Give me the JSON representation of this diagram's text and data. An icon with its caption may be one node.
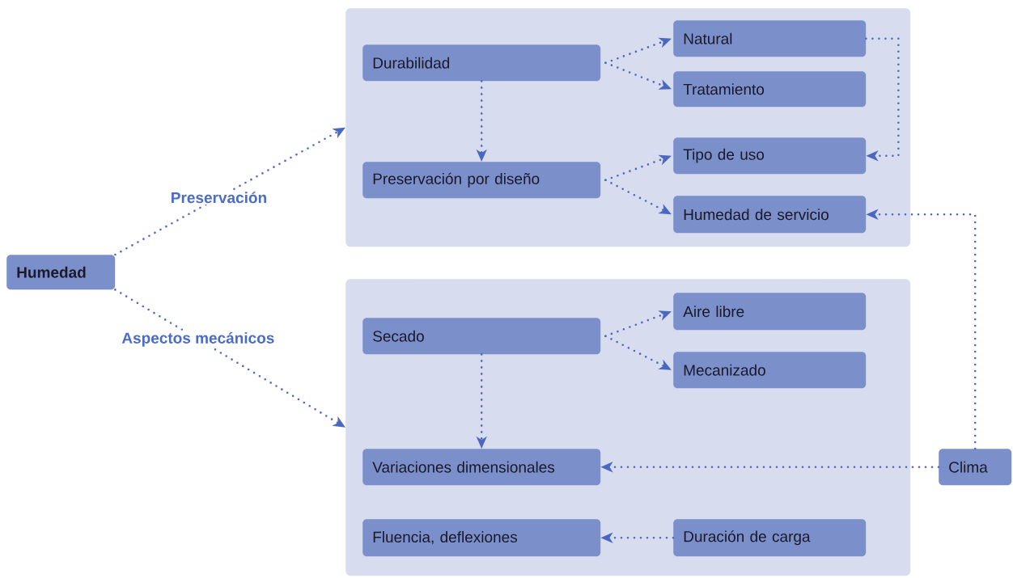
{
  "diagram": {
    "nodes": [
      {
        "text": [
          "Humedad"
        ]
      },
      {
        "text": [],
        "shape": "box"
      },
      {
        "text": [
          "Durabilidad"
        ],
        "in": 1
      },
      {
        "text": [
          "Natural"
        ],
        "in": 1
      },
      {
        "text": [
          "Tratamiento"
        ],
        "in": 1
      },
      {
        "text": [
          "Preservación por diseño"
        ],
        "in": 1
      },
      {
        "text": [
          "Tipo de uso"
        ],
        "in": 1
      },
      {
        "text": [
          "Humedad de servicio"
        ],
        "in": 1
      },
      {
        "text": [],
        "shape": "box"
      },
      {
        "text": [
          "Secado"
        ],
        "in": 8
      },
      {
        "text": [
          "Aire libre"
        ],
        "in": 8
      },
      {
        "text": [
          "Mecanizado"
        ],
        "in": 8
      },
      {
        "text": [
          "Variaciones dimensionales"
        ],
        "in": 8
      },
      {
        "text": [
          "Fluencia, deflexiones"
        ],
        "in": 8
      },
      {
        "text": [
          "Duración de carga"
        ],
        "in": 8
      },
      {
        "text": [
          "Clima"
        ]
      }
    ],
    "edges": [
      {
        "from": 0,
        "to": 1,
        "arrow": "to",
        "label": "Preservación"
      },
      {
        "from": 0,
        "to": 8,
        "arrow": "to",
        "label": "Aspectos mecánicos"
      },
      {
        "from": 2,
        "to": 3,
        "arrow": "to"
      },
      {
        "from": 2,
        "to": 4,
        "arrow": "to"
      },
      {
        "from": 2,
        "to": 5,
        "arrow": "to"
      },
      {
        "from": 3,
        "to": 6,
        "arrow": "to"
      },
      {
        "from": 5,
        "to": 6,
        "arrow": "to"
      },
      {
        "from": 5,
        "to": 7,
        "arrow": "to"
      },
      {
        "from": 15,
        "to": 7,
        "arrow": "to"
      },
      {
        "from": 9,
        "to": 10,
        "arrow": "to"
      },
      {
        "from": 9,
        "to": 11,
        "arrow": "to"
      },
      {
        "from": 9,
        "to": 12,
        "arrow": "to"
      },
      {
        "from": 15,
        "to": 12,
        "arrow": "to"
      },
      {
        "from": 14,
        "to": 13,
        "arrow": "to"
      }
    ]
  }
}
